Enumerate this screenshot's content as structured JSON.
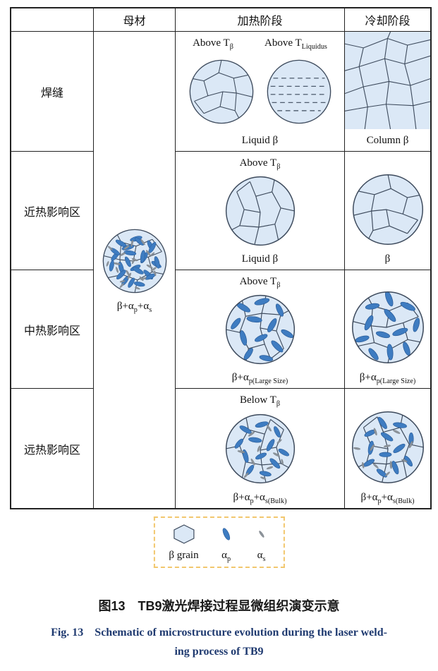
{
  "table": {
    "headers": {
      "material": "母材",
      "heating": "加热阶段",
      "cooling": "冷却阶段"
    },
    "row_labels": {
      "weld": "焊缝",
      "near_haz": "近热影响区",
      "mid_haz": "中热影响区",
      "far_haz": "远热影响区"
    },
    "base_material_label": [
      {
        "t": "β+α"
      },
      {
        "t": "p",
        "sub": true
      },
      {
        "t": "+α"
      },
      {
        "t": "s",
        "sub": true
      }
    ],
    "weld": {
      "heating_top_left": [
        {
          "t": "Above T"
        },
        {
          "t": "β",
          "sub": true
        }
      ],
      "heating_top_right": [
        {
          "t": "Above T"
        },
        {
          "t": "Liquidus",
          "sub": true
        }
      ],
      "heating_bottom": "Liquid β",
      "cooling_bottom": "Column β"
    },
    "near_haz": {
      "heating_top": [
        {
          "t": "Above T"
        },
        {
          "t": "β",
          "sub": true
        }
      ],
      "heating_bottom": "Liquid β",
      "cooling_bottom": "β"
    },
    "mid_haz": {
      "heating_top": [
        {
          "t": "Above T"
        },
        {
          "t": "β",
          "sub": true
        }
      ],
      "heating_bottom": [
        {
          "t": "β+α"
        },
        {
          "t": "p(Large Size)",
          "sub": true
        }
      ],
      "cooling_bottom": [
        {
          "t": "β+α"
        },
        {
          "t": "p(Large Size)",
          "sub": true
        }
      ]
    },
    "far_haz": {
      "heating_top": [
        {
          "t": "Below T"
        },
        {
          "t": "β",
          "sub": true
        }
      ],
      "heating_bottom": [
        {
          "t": "β+α"
        },
        {
          "t": "p",
          "sub": true
        },
        {
          "t": "+α"
        },
        {
          "t": "s(Bulk)",
          "sub": true
        }
      ],
      "cooling_bottom": [
        {
          "t": "β+α"
        },
        {
          "t": "p",
          "sub": true
        },
        {
          "t": "+α"
        },
        {
          "t": "s(Bulk)",
          "sub": true
        }
      ]
    }
  },
  "legend": {
    "beta_grain": "β grain",
    "alpha_p": [
      {
        "t": "α"
      },
      {
        "t": "p",
        "sub": true
      }
    ],
    "alpha_s": [
      {
        "t": "α"
      },
      {
        "t": "s",
        "sub": true
      }
    ]
  },
  "caption": {
    "zh": "图13　TB9激光焊接过程显微组织演变示意",
    "en_line1": "Fig. 13　Schematic of microstructure evolution during the laser weld-",
    "en_line2": "ing process of TB9"
  },
  "colors": {
    "grain_fill": "#dbe8f6",
    "boundary": "#3d4a5c",
    "ap_fill": "#3e7cc1",
    "ap_stroke": "#2b5d99",
    "as_fill": "#8d949b",
    "as_stroke": "#71787f",
    "legend_border": "#f2c76e",
    "caption_blue": "#1f3a70",
    "table_line": "#222222"
  }
}
